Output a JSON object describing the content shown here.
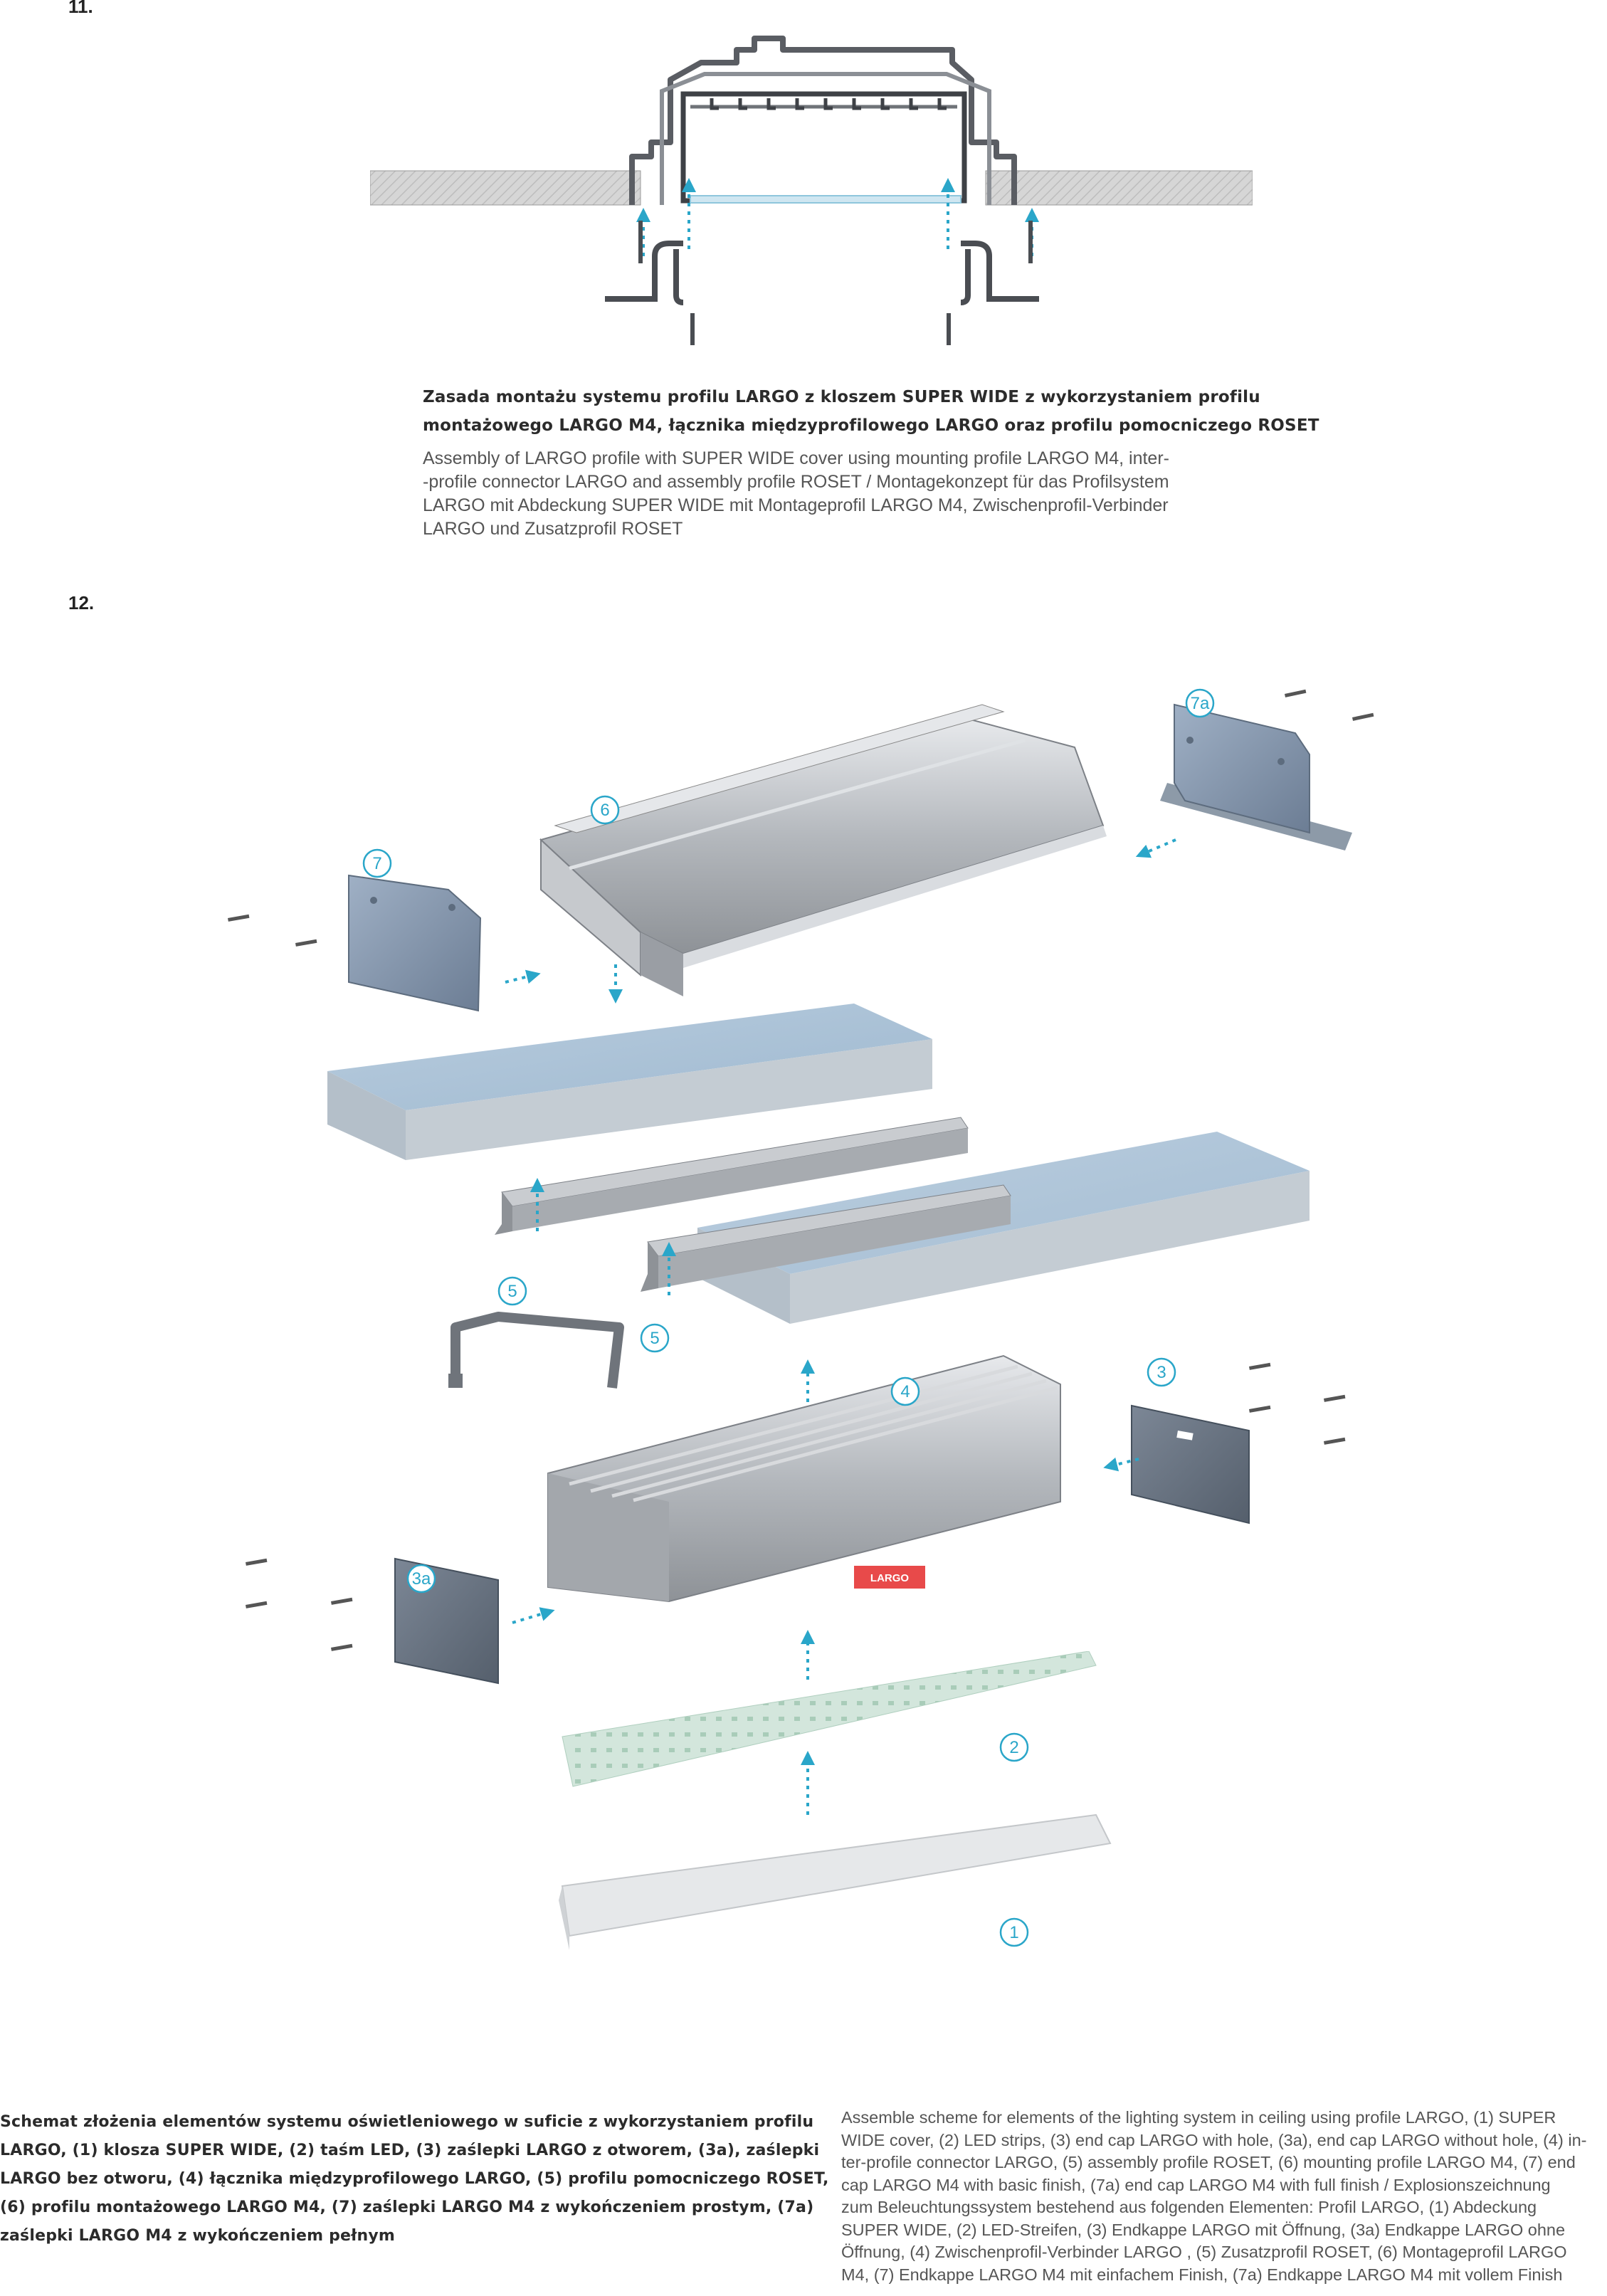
{
  "section11": {
    "number": "11.",
    "caption_pl_line1": "Zasada montażu systemu profilu LARGO z kloszem SUPER WIDE z wykorzystaniem profilu",
    "caption_pl_line2": "montażowego LARGO M4, łącznika międzyprofilowego LARGO oraz profilu pomocniczego ROSET",
    "caption_en_line1": "Assembly of LARGO profile with SUPER WIDE cover using mounting profile LARGO M4, inter-",
    "caption_en_line2": "-profile connector LARGO and assembly profile ROSET / Montagekonzept für das Profilsystem",
    "caption_en_line3": "LARGO mit Abdeckung SUPER WIDE mit Montageprofil LARGO M4, Zwischenprofil-Verbinder",
    "caption_en_line4": "LARGO und Zusatzprofil ROSET"
  },
  "section12": {
    "number": "12.",
    "labels": {
      "l7a": "7a",
      "l6": "6",
      "l7": "7",
      "l5a": "5",
      "l5b": "5",
      "l4": "4",
      "l3": "3",
      "l3a": "3a",
      "l2": "2",
      "l1": "1"
    },
    "logo": "LARGO",
    "caption_pl_line1": "Schemat złożenia elementów systemu oświetleniowego w suficie z wykorzystaniem profilu",
    "caption_pl_line2": "LARGO, (1) klosza SUPER WIDE, (2) taśm LED, (3) zaślepki LARGO z otworem, (3a), zaślepki",
    "caption_pl_line3": "LARGO bez otworu, (4) łącznika międzyprofilowego LARGO, (5) profilu pomocniczego ROSET,",
    "caption_pl_line4": "(6) profilu montażowego LARGO M4, (7) zaślepki LARGO M4 z wykończeniem prostym, (7a)",
    "caption_pl_line5": "zaślepki LARGO M4 z wykończeniem pełnym",
    "caption_en_line1": "Assemble scheme for elements of the lighting system in ceiling using profile LARGO, (1) SUPER",
    "caption_en_line2": "WIDE cover, (2) LED strips, (3) end cap LARGO with hole, (3a), end cap LARGO without hole, (4) in-",
    "caption_en_line3": "ter-profile connector LARGO, (5) assembly profile ROSET, (6) mounting profile LARGO M4, (7) end",
    "caption_en_line4": "cap LARGO M4 with basic finish, (7a) end cap LARGO M4 with full finish / Explosionszeichnung",
    "caption_en_line5": "zum Beleuchtungssystem bestehend aus folgenden Elementen: Profil LARGO, (1) Abdeckung",
    "caption_en_line6": "SUPER WIDE, (2) LED-Streifen, (3) Endkappe LARGO mit Öffnung, (3a) Endkappe LARGO ohne",
    "caption_en_line7": "Öffnung, (4) Zwischenprofil-Verbinder LARGO , (5) Zusatzprofil ROSET, (6) Montageprofil LARGO",
    "caption_en_line8": "M4, (7) Endkappe LARGO M4 mit einfachem Finish, (7a) Endkappe LARGO M4 mit vollem Finish"
  },
  "colors": {
    "accent": "#2aa6c9",
    "aluminium": "#b9bcc0",
    "endcap": "#7f90a6",
    "board": "#a9c3d8"
  }
}
